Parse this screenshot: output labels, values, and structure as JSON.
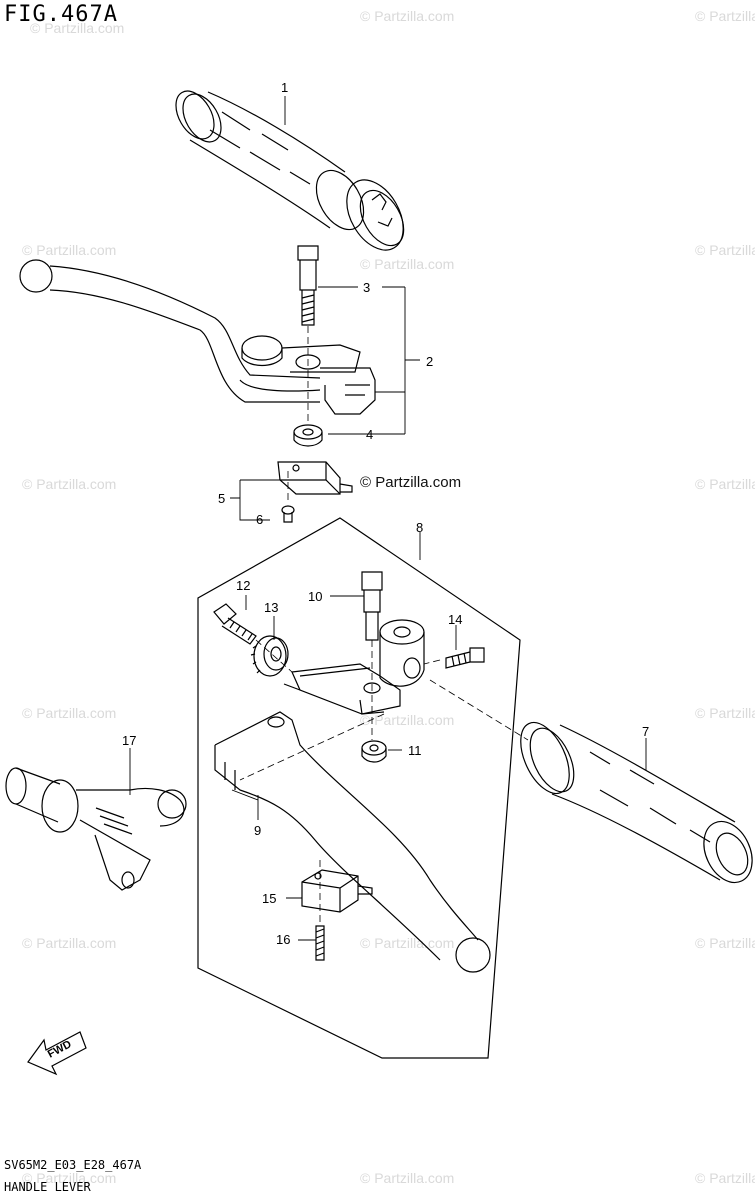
{
  "figure": {
    "title": "FIG.467A",
    "code": "SV65M2_E03_E28_467A",
    "name": "HANDLE LEVER",
    "watermark": "© Partzilla.com",
    "watermark_dark": "© Partzilla.com",
    "fwd_label": "FWD"
  },
  "callouts": [
    "1",
    "2",
    "3",
    "4",
    "5",
    "6",
    "7",
    "8",
    "9",
    "10",
    "11",
    "12",
    "13",
    "14",
    "15",
    "16",
    "17"
  ],
  "colors": {
    "line": "#000000",
    "watermark": "#d9d9d9"
  }
}
